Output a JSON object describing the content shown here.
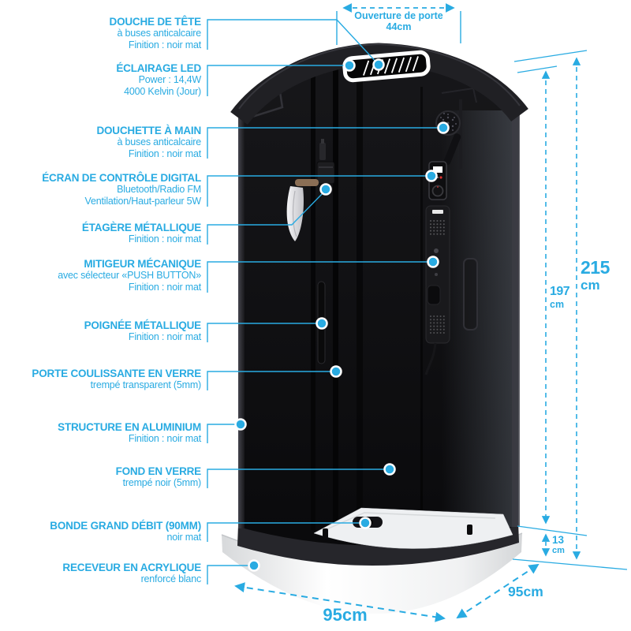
{
  "colors": {
    "accent": "#29abe2",
    "cabin_glass": "#0b0b0d",
    "frame_dark": "#202024",
    "base_white": "#ffffff",
    "screen_red": "#e03131"
  },
  "labels": [
    {
      "title": "DOUCHE DE TÊTE",
      "lines": [
        "à buses anticalcaire",
        "Finition : noir mat"
      ]
    },
    {
      "title": "ÉCLAIRAGE LED",
      "lines": [
        "Power : 14,4W",
        "4000 Kelvin (Jour)"
      ]
    },
    {
      "title": "DOUCHETTE À MAIN",
      "lines": [
        "à buses anticalcaire",
        "Finition : noir mat"
      ]
    },
    {
      "title": "ÉCRAN DE CONTRÔLE DIGITAL",
      "lines": [
        "Bluetooth/Radio FM",
        "Ventilation/Haut-parleur 5W"
      ]
    },
    {
      "title": "ÉTAGÈRE MÉTALLIQUE",
      "lines": [
        "Finition : noir mat"
      ]
    },
    {
      "title": "MITIGEUR MÉCANIQUE",
      "lines": [
        "avec sélecteur «PUSH BUTTON»",
        "Finition : noir mat"
      ]
    },
    {
      "title": "POIGNÉE MÉTALLIQUE",
      "lines": [
        "Finition : noir mat"
      ]
    },
    {
      "title": "PORTE COULISSANTE EN VERRE",
      "lines": [
        "trempé transparent (5mm)"
      ]
    },
    {
      "title": "STRUCTURE EN ALUMINIUM",
      "lines": [
        "Finition : noir mat"
      ]
    },
    {
      "title": "FOND EN VERRE",
      "lines": [
        "trempé noir (5mm)"
      ]
    },
    {
      "title": "BONDE GRAND DÉBIT (90MM)",
      "lines": [
        "noir mat"
      ]
    },
    {
      "title": "RECEVEUR EN ACRYLIQUE",
      "lines": [
        "renforcé blanc"
      ]
    }
  ],
  "dimensions": {
    "door_opening": {
      "title": "Ouverture de porte",
      "value": "44cm"
    },
    "total_height": {
      "value": "215",
      "unit": "cm"
    },
    "inner_height": {
      "value": "197",
      "unit": "cm"
    },
    "base_height": {
      "value": "13",
      "unit": "cm"
    },
    "front_width": {
      "value": "95cm"
    },
    "side_depth": {
      "value": "95cm"
    }
  }
}
